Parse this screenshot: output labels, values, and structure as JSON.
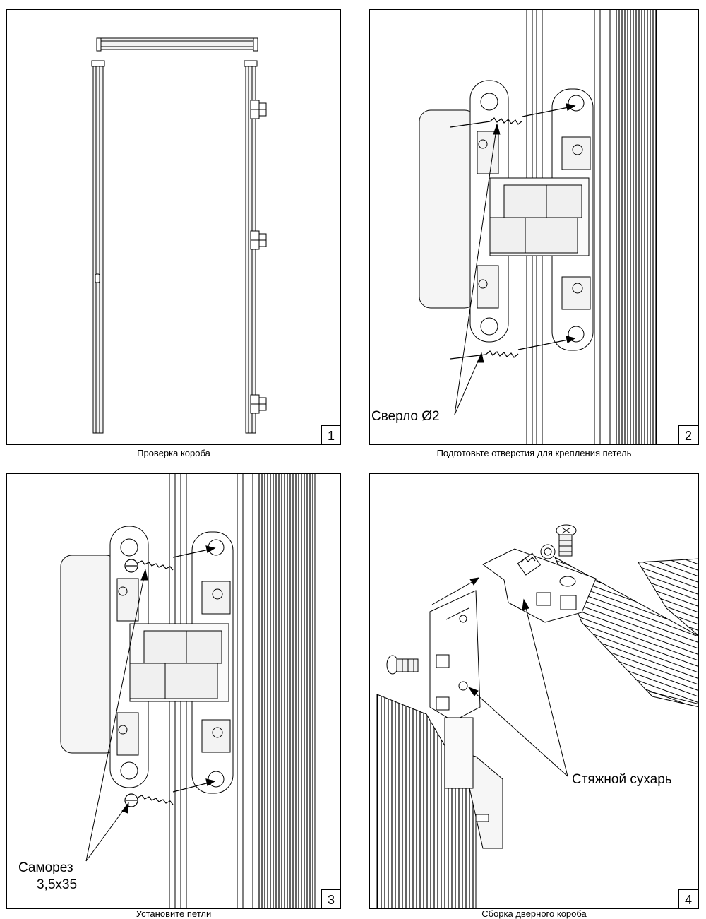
{
  "steps": [
    {
      "number": "1",
      "caption": "Проверка короба"
    },
    {
      "number": "2",
      "caption": "Подготовьте отверстия для крепления петель",
      "callout": "Сверло Ø2"
    },
    {
      "number": "3",
      "caption": "Установите петли",
      "callout_line1": "Саморез",
      "callout_line2": "3,5x35"
    },
    {
      "number": "4",
      "caption": "Сборка дверного короба",
      "callout": "Стяжной сухарь"
    }
  ]
}
